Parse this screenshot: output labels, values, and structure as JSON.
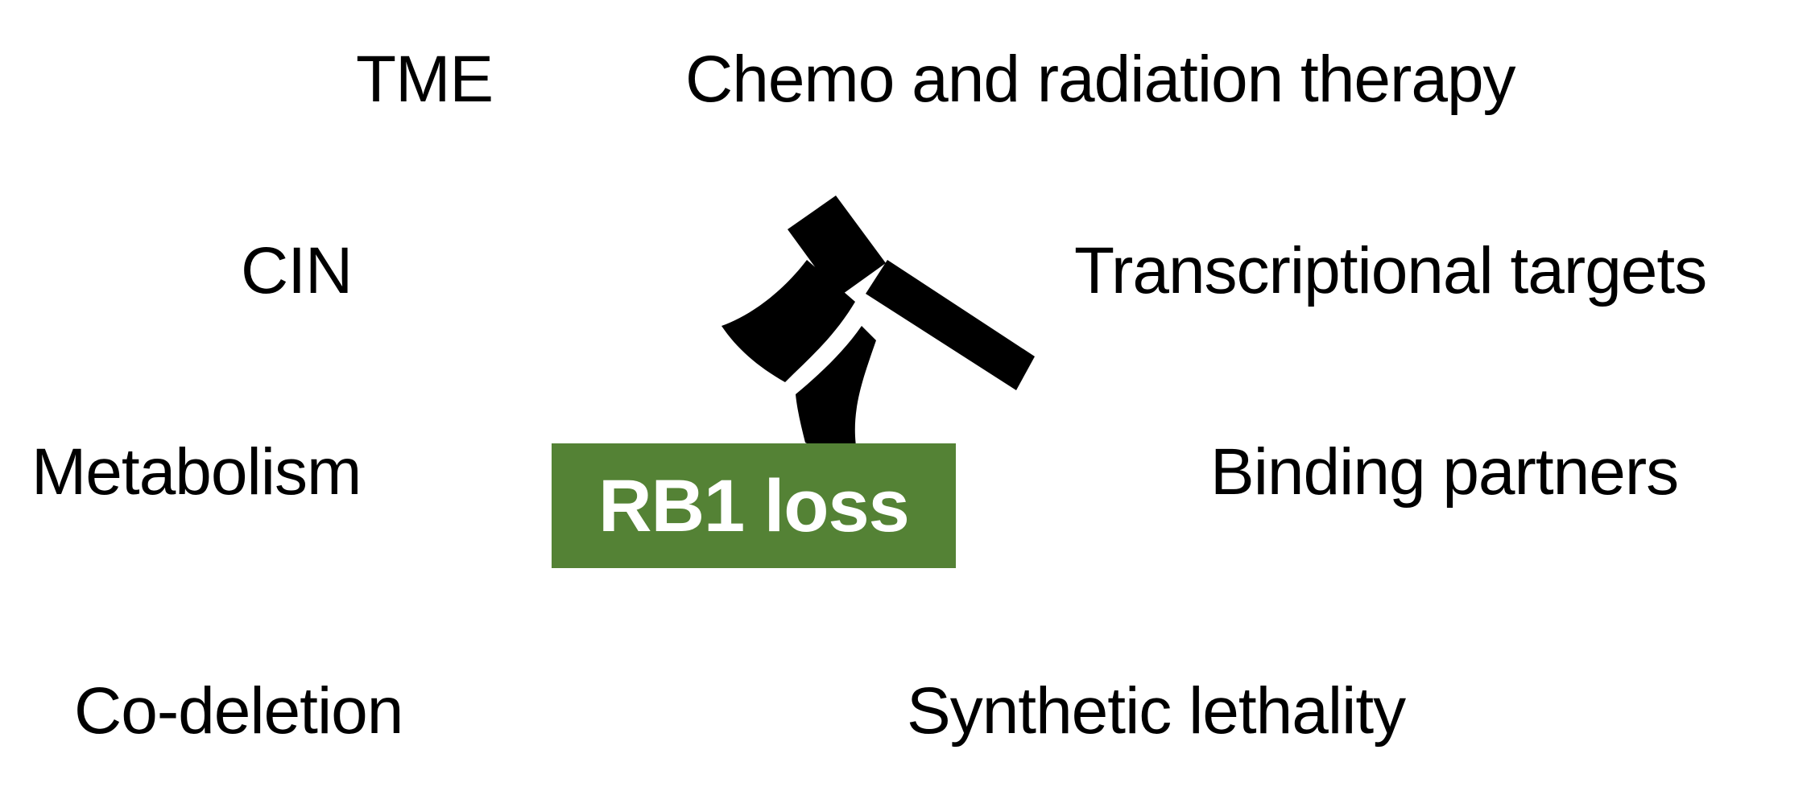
{
  "factors": {
    "tme": "TME",
    "chemo": "Chemo and radiation therapy",
    "cin": "CIN",
    "transcription": "Transcriptional targets",
    "metabolism": "Metabolism",
    "binding": "Binding partners",
    "codeletion": "Co-deletion",
    "synthetic": "Synthetic lethality"
  },
  "center": {
    "label": "RB1 loss",
    "color": "#548235",
    "icon": "axe-icon"
  }
}
